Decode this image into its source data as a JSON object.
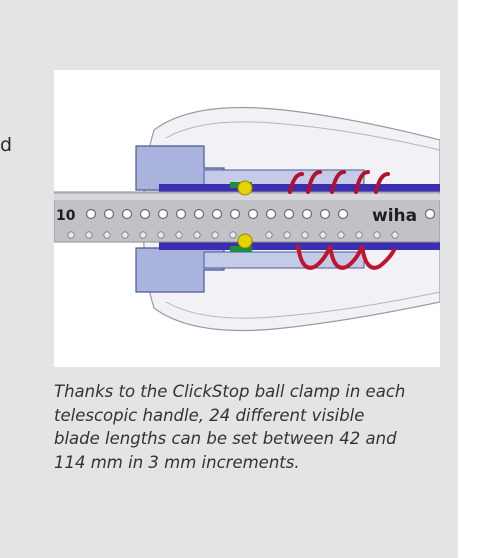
{
  "page": {
    "left_text_fragment": "d"
  },
  "figure": {
    "scale_label": "10",
    "brand_label": "wiha",
    "colors": {
      "shaft": "#b9b9bd",
      "handle": "#e6e6ec",
      "clamp_blue": "#8a98cc",
      "spring_red": "#b3122e",
      "ball_yellow": "#e8d200",
      "channel_blue": "#3a2fb0",
      "green": "#1c8f3a"
    }
  },
  "caption": {
    "lines": [
      "Thanks to the ClickStop ball clamp in each",
      "telescopic handle, 24 different visible",
      "blade lengths can be set between 42 and",
      "114 mm in 3 mm increments."
    ]
  }
}
